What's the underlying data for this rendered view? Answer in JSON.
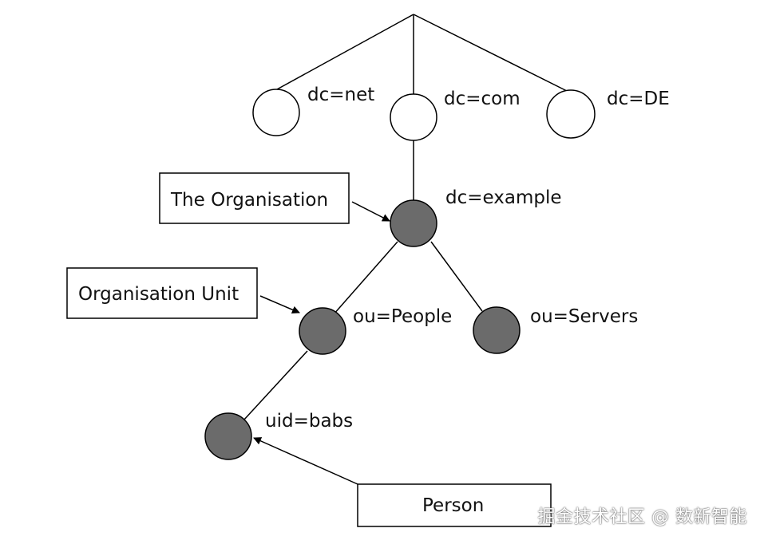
{
  "diagram": {
    "nodes": {
      "net": "dc=net",
      "com": "dc=com",
      "de": "dc=DE",
      "example": "dc=example",
      "people": "ou=People",
      "servers": "ou=Servers",
      "babs": "uid=babs"
    },
    "callouts": {
      "organisation": "The Organisation",
      "unit": "Organisation Unit",
      "person": "Person"
    },
    "colors": {
      "empty_node_fill": "#ffffff",
      "entry_node_fill": "#6b6b6b",
      "stroke": "#000000"
    }
  },
  "watermark": "掘金技术社区 @ 数新智能"
}
